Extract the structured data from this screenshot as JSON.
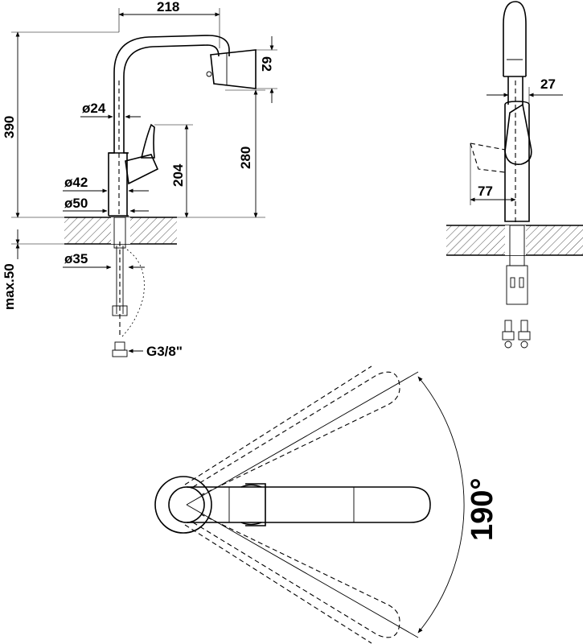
{
  "front_view": {
    "dim_width": "218",
    "dim_total_height": "390",
    "dim_outlet_height": "280",
    "dim_lever_height": "204",
    "dim_outlet_drop": "62",
    "dim_dia_spout": "ø24",
    "dim_dia_body": "ø42",
    "dim_dia_base": "ø50",
    "dim_dia_hole": "ø35",
    "dim_max_counter": "max.50",
    "dim_connection": "G3/8\""
  },
  "side_view": {
    "dim_spout_offset": "27",
    "dim_lever_reach": "77"
  },
  "top_view": {
    "dim_swivel_angle": "190°"
  }
}
